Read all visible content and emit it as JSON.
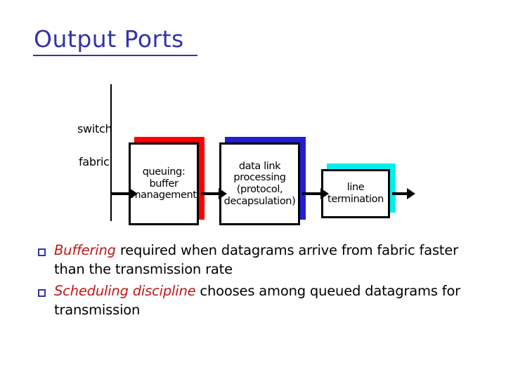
{
  "slide": {
    "title": "Output Ports",
    "title_color": "#3333a8"
  },
  "diagram": {
    "fabric_label_line1": "switch",
    "fabric_label_line2": "fabric",
    "boxes": [
      {
        "name": "queuing",
        "text": "queuing:\nbuffer\nmanagement",
        "shadow_color": "#ff0000"
      },
      {
        "name": "data-link-processing",
        "text": "data link\nprocessing\n(protocol,\ndecapsulation)",
        "shadow_color": "#2020d0"
      },
      {
        "name": "line-termination",
        "text": "line\ntermination",
        "shadow_color": "#00eeee"
      }
    ],
    "arrows": [
      {
        "name": "fabric-to-queuing"
      },
      {
        "name": "queuing-to-data-link"
      },
      {
        "name": "data-link-to-line-termination"
      },
      {
        "name": "line-termination-out"
      }
    ]
  },
  "bullets": [
    {
      "keyword": "Buffering",
      "rest": " required when datagrams arrive from fabric faster than the transmission rate"
    },
    {
      "keyword": "Scheduling discipline",
      "rest": " chooses among queued datagrams for transmission"
    }
  ],
  "colors": {
    "title": "#3333a8",
    "bullet_marker": "#3333a8",
    "keyword": "#c01818",
    "body": "#000000",
    "shadow_red": "#ff0000",
    "shadow_blue": "#2020d0",
    "shadow_cyan": "#00eeee"
  }
}
